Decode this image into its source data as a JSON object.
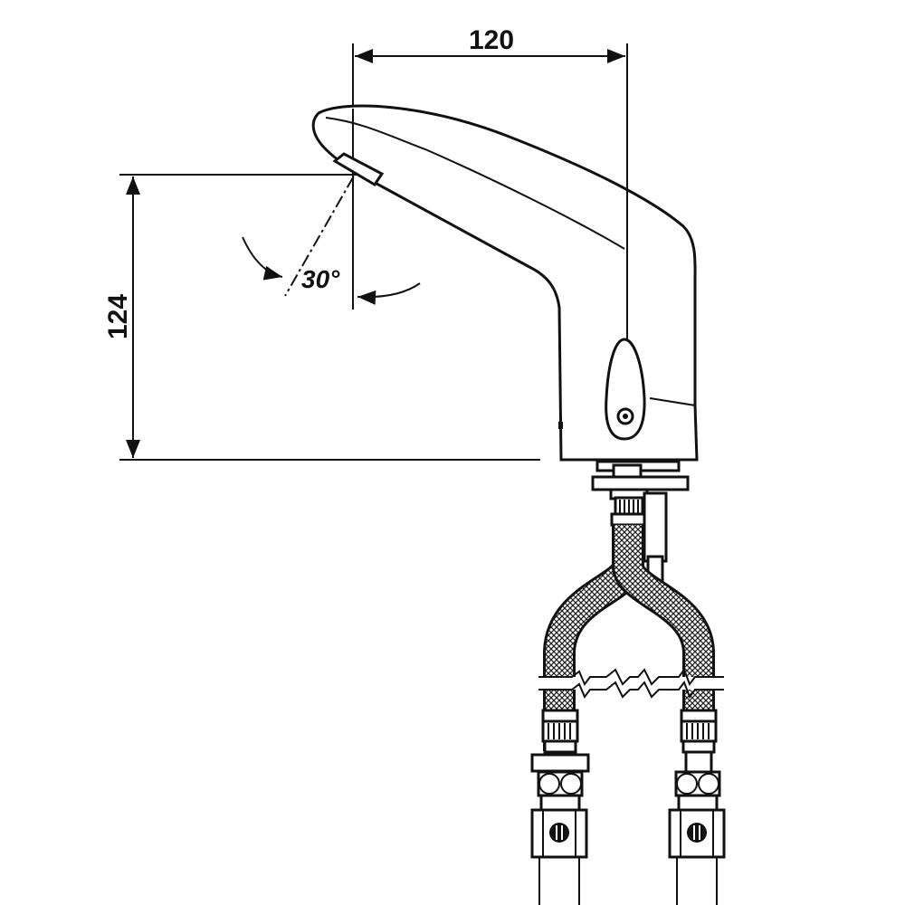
{
  "drawing": {
    "width_dimension": "120",
    "height_dimension": "124",
    "spray_angle": "30°"
  },
  "colors": {
    "line": "#111111",
    "background": "#ffffff"
  }
}
